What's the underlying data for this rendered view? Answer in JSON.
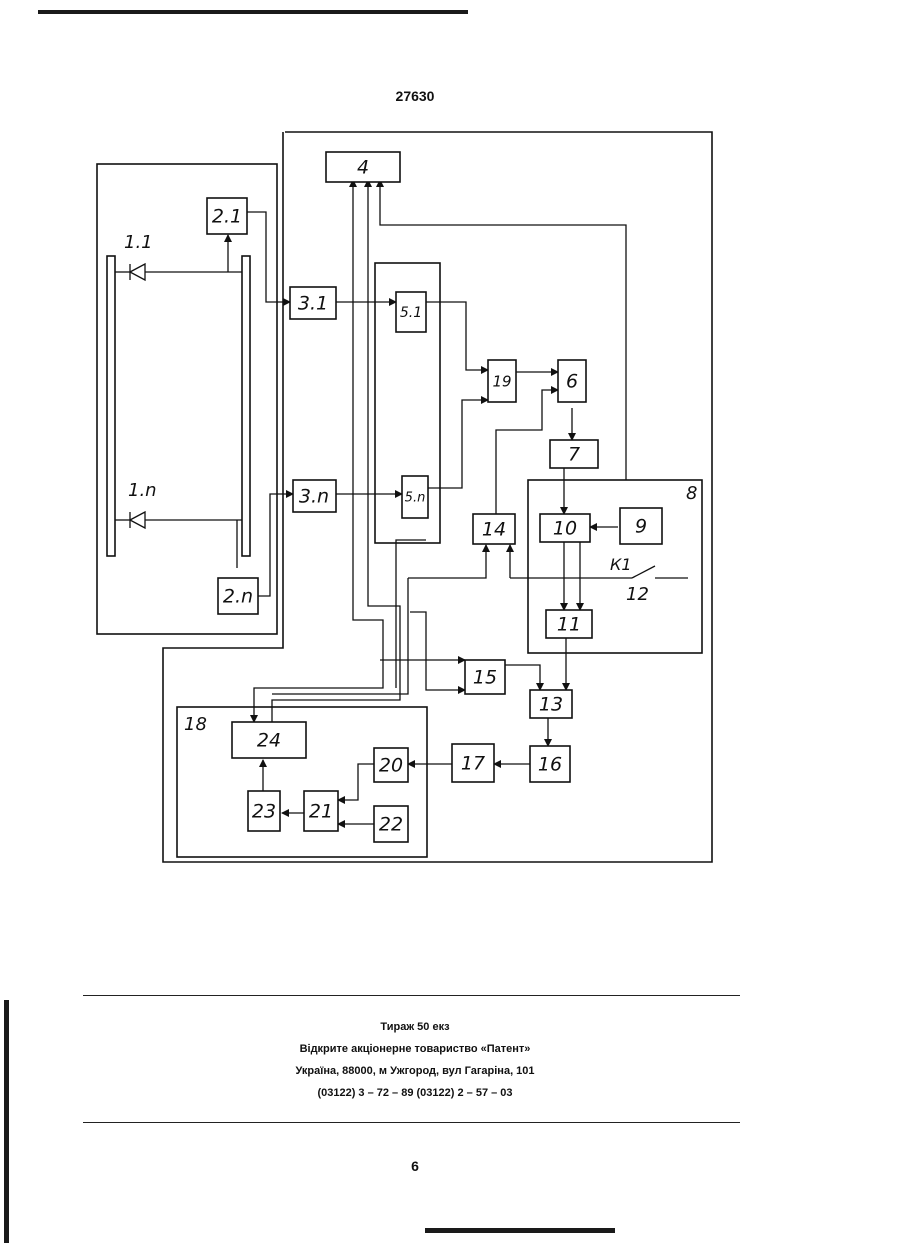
{
  "header": {
    "document_number": "27630"
  },
  "diagram": {
    "blocks": {
      "b4": "4",
      "b2_1": "2.1",
      "b3_1": "3.1",
      "b5_1": "5.1",
      "b19": "19",
      "b6": "6",
      "b7": "7",
      "b8": "8",
      "b9": "9",
      "b10": "10",
      "b11": "11",
      "b14": "14",
      "b12": "12",
      "b3_n": "3.n",
      "b5_n": "5.n",
      "b2_n": "2.n",
      "b15": "15",
      "b13": "13",
      "b16": "16",
      "b17": "17",
      "b20": "20",
      "b21": "21",
      "b22": "22",
      "b23": "23",
      "b24": "24",
      "b18": "18"
    },
    "labels": {
      "diode_1_1": "1.1",
      "diode_1_n": "1.n",
      "switch_k1": "К1"
    }
  },
  "footer": {
    "circulation": "Тираж 50 екз",
    "company": "Відкрите акціонерне товариство «Патент»",
    "address": "Україна, 88000, м  Ужгород, вул  Гагаріна, 101",
    "phones": "(03122) 3 – 72 – 89  (03122) 2 – 57 – 03"
  },
  "page_number": "6"
}
